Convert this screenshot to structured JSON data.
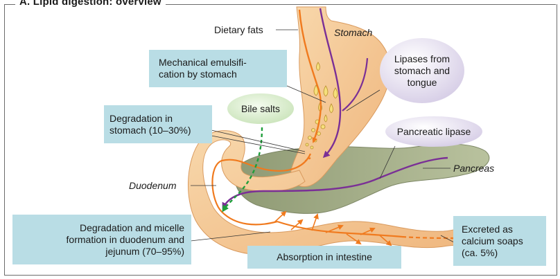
{
  "title": "A. Lipid digestion: overview",
  "labels": {
    "dietary_fats": "Dietary fats",
    "stomach": "Stomach",
    "pancreas": "Pancreas",
    "duodenum": "Duodenum"
  },
  "boxes": {
    "mechanical": "Mechanical emulsifi-\ncation by stomach",
    "stomach_degradation": "Degradation in\nstomach (10–30%)",
    "duodenum_degradation": "Degradation and micelle\nformation in duodenum and\njejunum (70–95%)",
    "absorption": "Absorption in intestine",
    "excreted": "Excreted as\ncalcium soaps\n(ca. 5%)"
  },
  "ovals": {
    "lipases": "Lipases from\nstomach and\ntongue",
    "bile_salts": "Bile salts",
    "pancreatic_lipase": "Pancreatic lipase"
  },
  "colors": {
    "box_fill": "#b9dde5",
    "organ": "#f5c795",
    "pancreas": "#a8b28c",
    "fat_arrow": "#f07a1e",
    "enzyme_arrow": "#7a2f96",
    "bile_arrow": "#1f9e3a"
  }
}
